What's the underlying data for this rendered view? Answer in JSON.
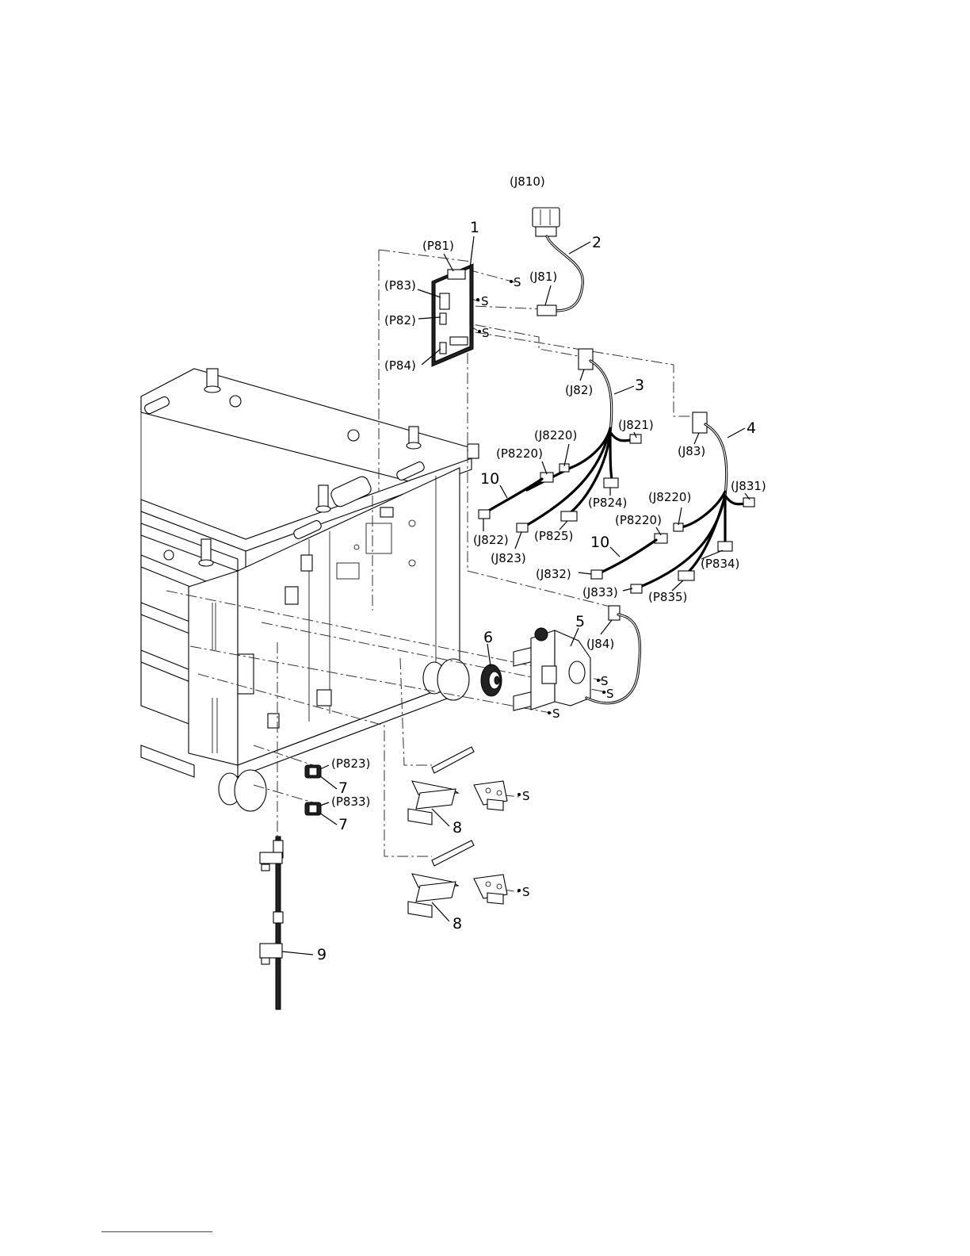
{
  "diagram": {
    "connector_labels": {
      "j810": "(J810)",
      "p81": "(P81)",
      "p83": "(P83)",
      "p82": "(P82)",
      "p84": "(P84)",
      "j81": "(J81)",
      "j82": "(J82)",
      "j821": "(J821)",
      "j8220_a": "(J8220)",
      "p8220_a": "(P8220)",
      "p824": "(P824)",
      "p825": "(P825)",
      "j822": "(J822)",
      "j823": "(J823)",
      "j83": "(J83)",
      "j831": "(J831)",
      "j8220_b": "(J8220)",
      "p8220_b": "(P8220)",
      "p834": "(P834)",
      "j832": "(J832)",
      "j833": "(J833)",
      "p835": "(P835)",
      "j84": "(J84)",
      "p823": "(P823)",
      "p833": "(P833)"
    },
    "item_numbers": {
      "n1": "1",
      "n2": "2",
      "n3": "3",
      "n4": "4",
      "n5": "5",
      "n6": "6",
      "n7a": "7",
      "n7b": "7",
      "n8a": "8",
      "n8b": "8",
      "n9": "9",
      "n10a": "10",
      "n10b": "10"
    },
    "screw_label": "S"
  }
}
